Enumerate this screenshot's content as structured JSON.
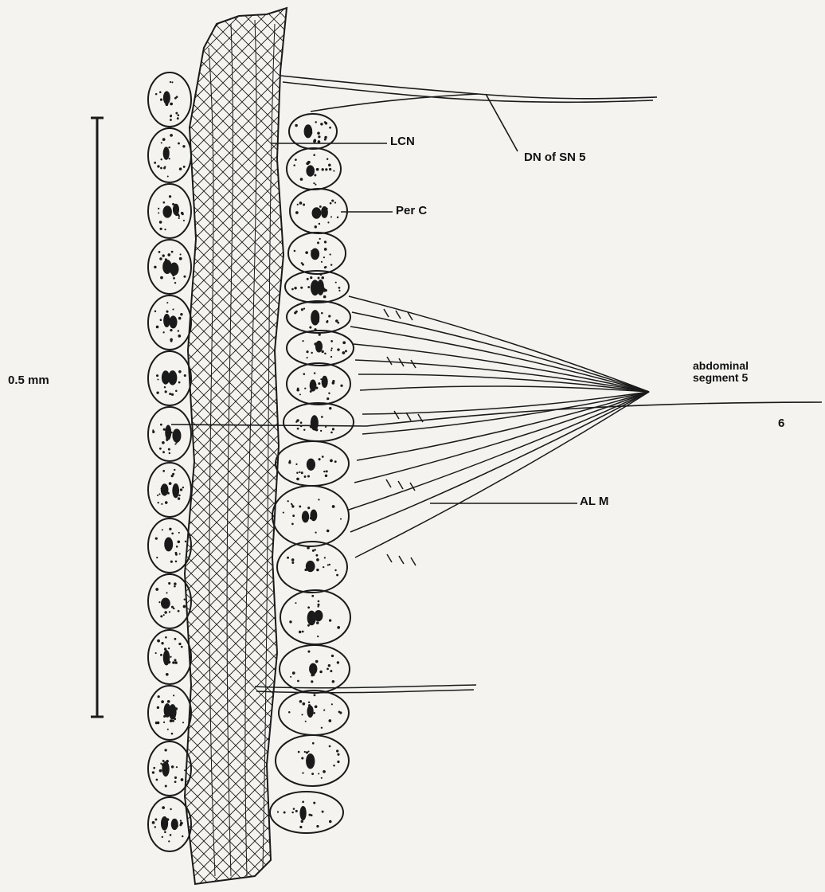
{
  "labels": {
    "scale_bar": "0.5 mm",
    "lcn": "LCN",
    "dn_sn5": "DN of  SN  5",
    "per_c": "Per  C",
    "abdominal_segment_line1": "abdominal",
    "abdominal_segment_line2": "segment  5",
    "segment_six": "6",
    "al_m": "AL    M"
  },
  "colors": {
    "background": "#f4f3ef",
    "ink": "#1a1a1a"
  }
}
